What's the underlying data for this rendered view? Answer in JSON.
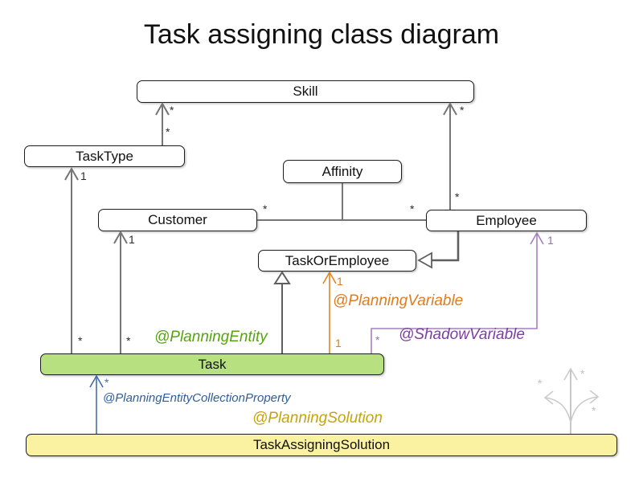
{
  "title": "Task assigning class diagram",
  "classes": {
    "skill": {
      "name": "Skill"
    },
    "task_type": {
      "name": "TaskType"
    },
    "affinity": {
      "name": "Affinity"
    },
    "customer": {
      "name": "Customer"
    },
    "employee": {
      "name": "Employee"
    },
    "task_or_employee": {
      "name": "TaskOrEmployee"
    },
    "task": {
      "name": "Task"
    },
    "task_assigning_solution": {
      "name": "TaskAssigningSolution"
    }
  },
  "annotations": {
    "planning_entity": {
      "label": "@PlanningEntity",
      "color": "#54a411"
    },
    "planning_variable": {
      "label": "@PlanningVariable",
      "color": "#e07c1e"
    },
    "shadow_variable": {
      "label": "@ShadowVariable",
      "color": "#7a3fa0"
    },
    "planning_entity_collection_property": {
      "label": "@PlanningEntityCollectionProperty",
      "color": "#2e5d9c"
    },
    "planning_solution": {
      "label": "@PlanningSolution",
      "color": "#c5a310"
    }
  },
  "multiplicities": {
    "tasktype_skill_at_skill": "*",
    "tasktype_skill_at_tasktype": "*",
    "employee_skill_at_skill": "*",
    "employee_skill_at_employee": "*",
    "customer_employee_at_customer": "*",
    "customer_employee_at_employee": "*",
    "task_tasktype_at_tasktype": "1",
    "task_tasktype_at_task": "*",
    "task_customer_at_customer": "1",
    "task_customer_at_task": "*",
    "planning_variable_at_taskoremployee": "1",
    "planning_variable_at_task": "1",
    "shadow_variable_at_employee": "1",
    "shadow_variable_at_task": "*",
    "solution_task_at_task": "*",
    "faded_up": "*",
    "faded_left": "*",
    "faded_right": "*"
  },
  "colors": {
    "task_fill": "#b7e181",
    "solution_fill": "#faf2a1",
    "association_gray": "#757575",
    "annotation_blue": "#436fa8",
    "annotation_orange": "#e07c1e",
    "annotation_purple": "#a67fc1",
    "faded_gray": "#cdcdcd",
    "box_border": "#1c1c1c"
  }
}
